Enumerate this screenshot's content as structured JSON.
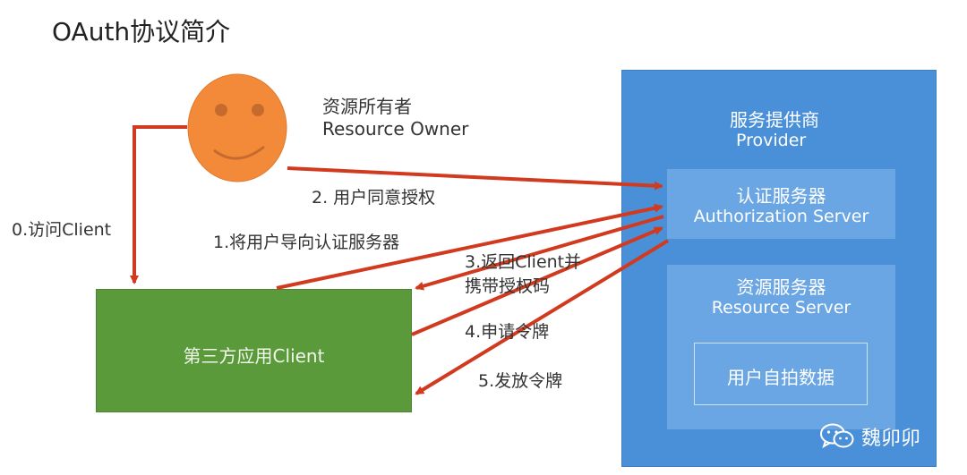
{
  "title": "OAuth协议简介",
  "owner": {
    "name_cn": "资源所有者",
    "name_en": "Resource Owner"
  },
  "provider": {
    "name_cn": "服务提供商",
    "name_en": "Provider",
    "auth_server": {
      "name_cn": "认证服务器",
      "name_en": "Authorization Server"
    },
    "resource_server": {
      "name_cn": "资源服务器",
      "name_en": "Resource Server",
      "data_label": "用户自拍数据"
    }
  },
  "client": {
    "label": "第三方应用Client"
  },
  "steps": {
    "s0": "0.访问Client",
    "s1": "1.将用户导向认证服务器",
    "s2": "2. 用户同意授权",
    "s3_line1": "3.返回Client并",
    "s3_line2": "携带授权码",
    "s4": "4.申请令牌",
    "s5": "5.发放令牌"
  },
  "watermark": {
    "text": "魏卯卯",
    "icon": "wechat-icon"
  },
  "colors": {
    "arrow": "#d13a1e",
    "provider": "#4a90d9",
    "inner_box": "#6aa6e3",
    "client": "#5a9a3a",
    "owner_face": "#f28a3a"
  }
}
